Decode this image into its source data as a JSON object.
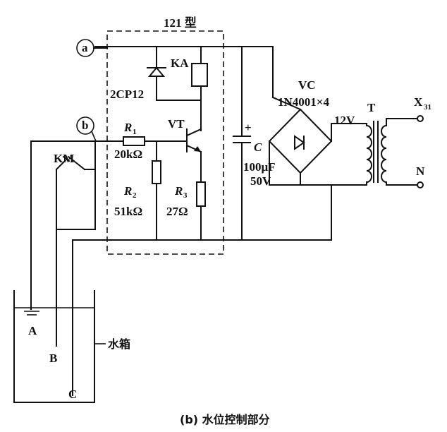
{
  "diagram": {
    "model_label": "121 型",
    "node_a": "a",
    "node_b": "b",
    "relay": "KA",
    "zener": "2CP12",
    "transistor": "VT",
    "r1_symbol": "R",
    "r1_sub": "1",
    "r1_value": "20kΩ",
    "r2_symbol": "R",
    "r2_sub": "2",
    "r2_value": "51kΩ",
    "r3_symbol": "R",
    "r3_sub": "3",
    "r3_value": "27Ω",
    "cap_symbol": "C",
    "cap_plus": "+",
    "cap_value1": "100μF",
    "cap_value2": "50V",
    "bridge_name": "VC",
    "bridge_diodes": "1N4001×4",
    "transformer": "T",
    "secondary_voltage": "12V",
    "terminal_x": "X",
    "terminal_x_sub": "31",
    "terminal_n": "N",
    "contact": "KM",
    "electrode_a": "A",
    "electrode_b": "B",
    "electrode_c": "C",
    "tank_label": "水箱",
    "caption": "(b) 水位控制部分"
  }
}
